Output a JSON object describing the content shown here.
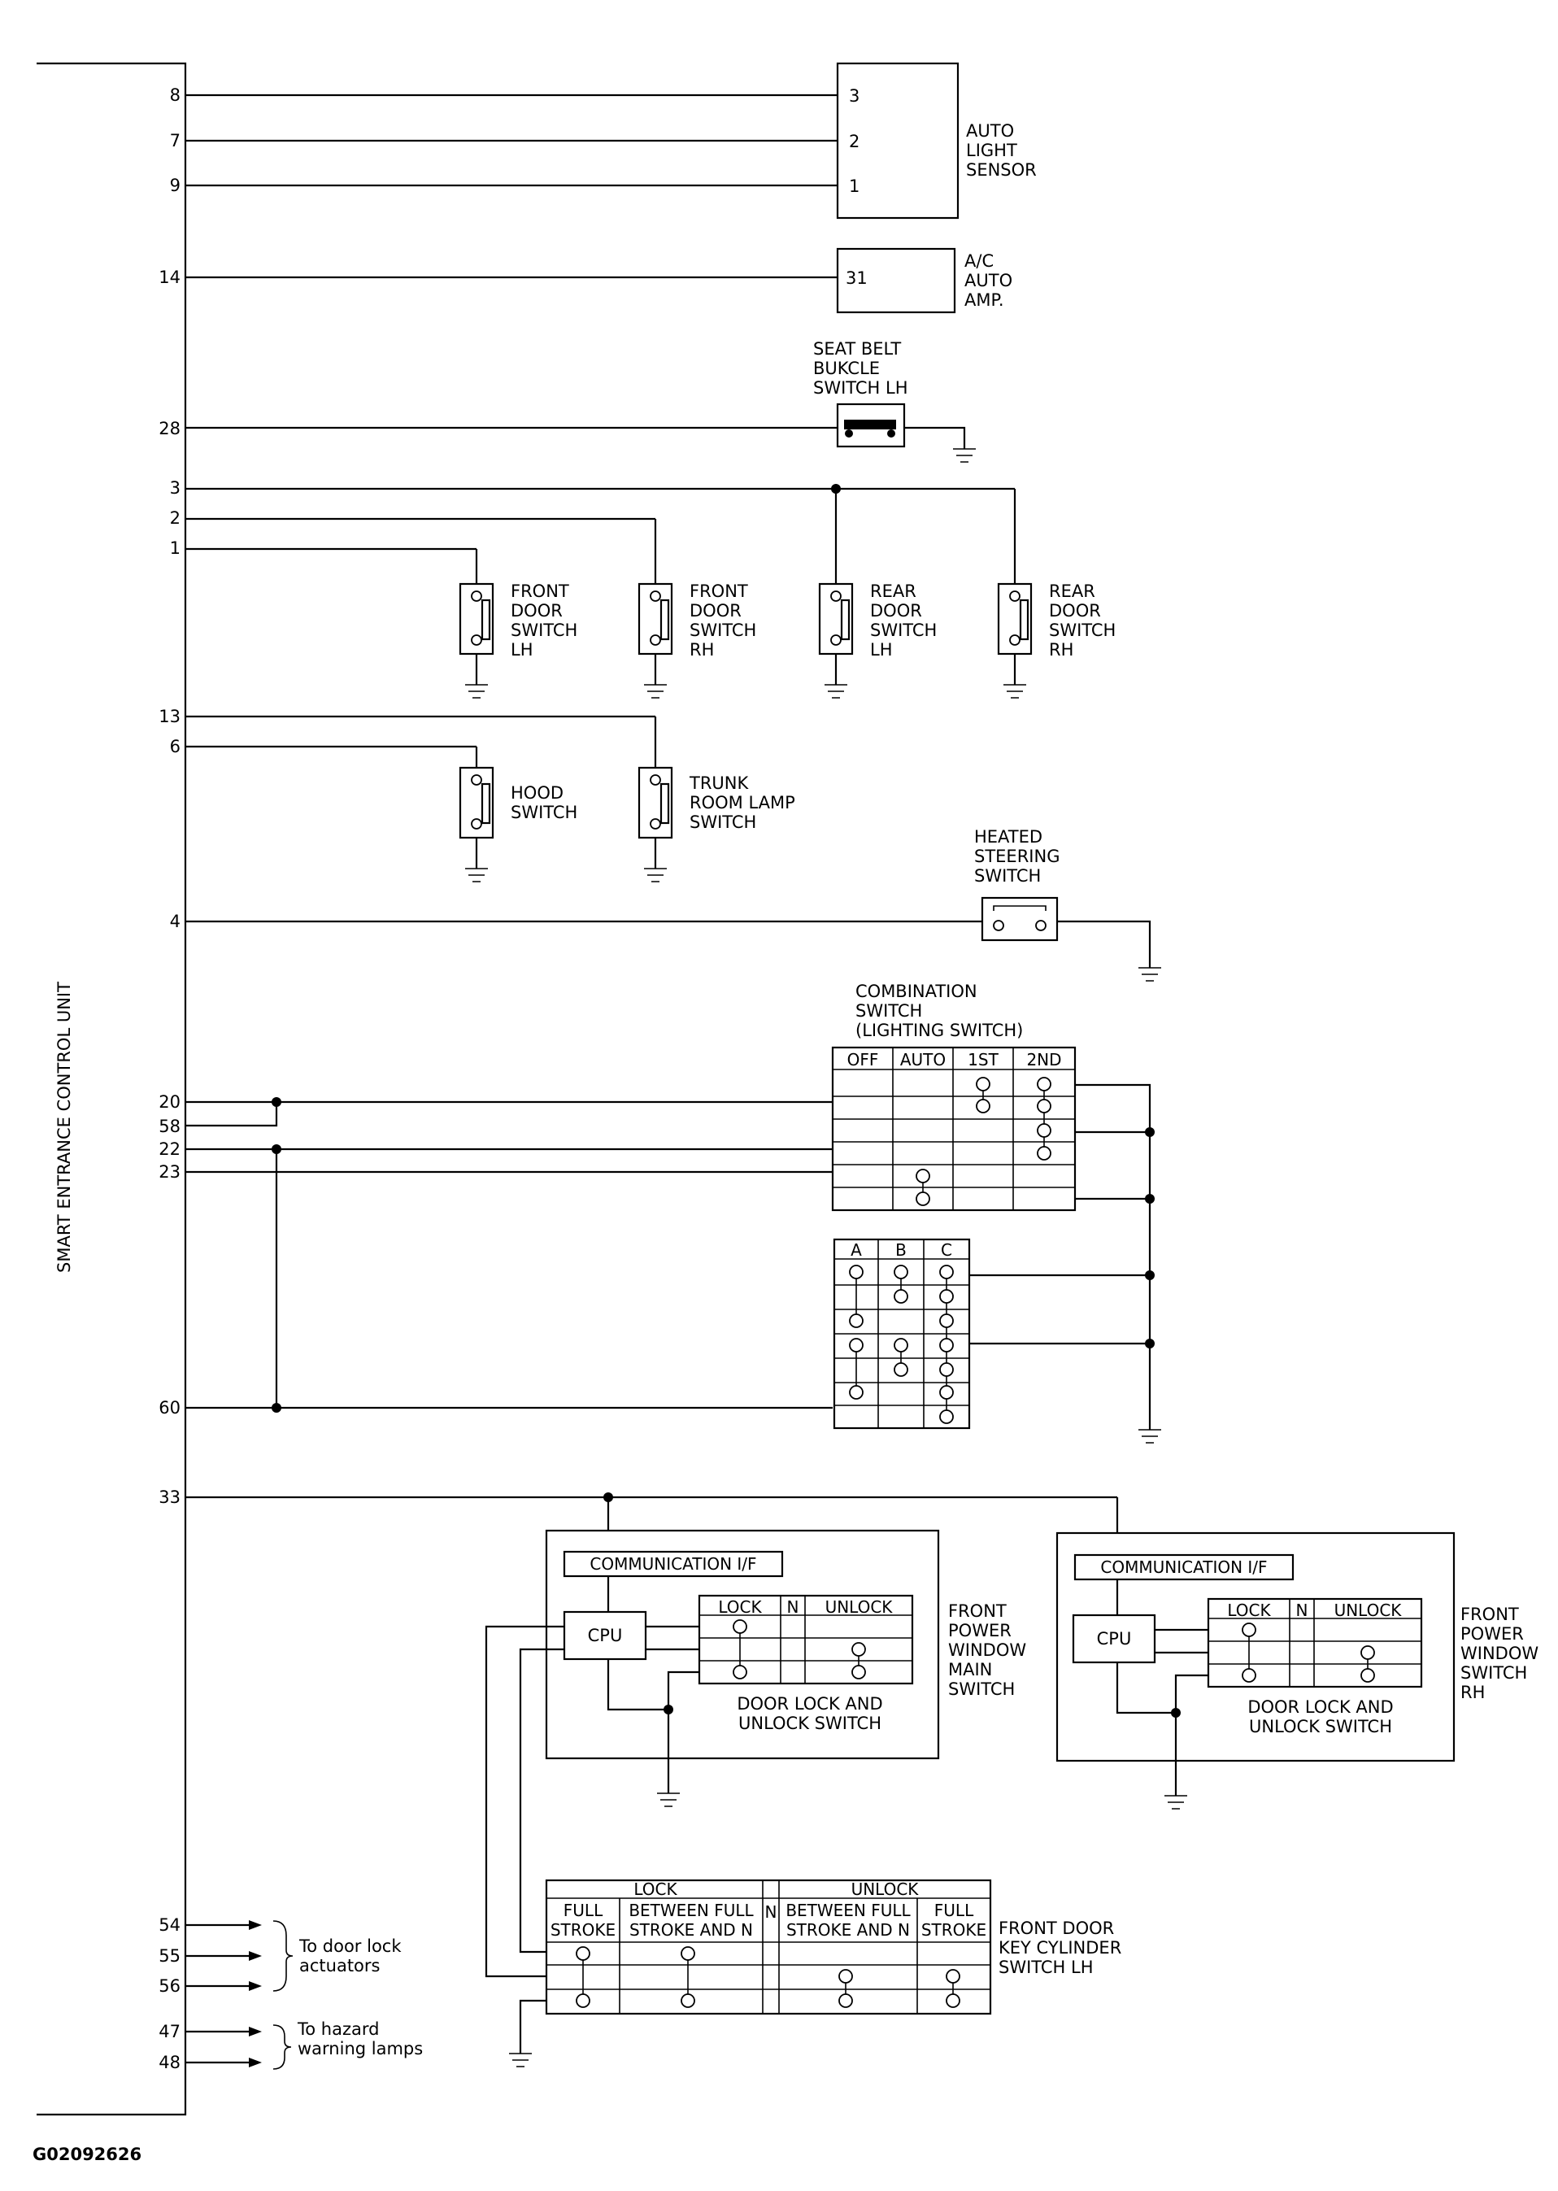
{
  "control_unit": {
    "label": "SMART ENTRANCE CONTROL UNIT"
  },
  "pins": {
    "p8": "8",
    "p7": "7",
    "p9": "9",
    "p14": "14",
    "p28": "28",
    "p3": "3",
    "p2": "2",
    "p1": "1",
    "p13": "13",
    "p6": "6",
    "p4": "4",
    "p20": "20",
    "p58": "58",
    "p22": "22",
    "p23": "23",
    "p60": "60",
    "p33": "33",
    "p54": "54",
    "p55": "55",
    "p56": "56",
    "p47": "47",
    "p48": "48"
  },
  "auto_light_sensor": {
    "label_lines": [
      "AUTO",
      "LIGHT",
      "SENSOR"
    ],
    "terminals": [
      "3",
      "2",
      "1"
    ]
  },
  "ac_auto_amp": {
    "label_lines": [
      "A/C",
      "AUTO",
      "AMP."
    ],
    "terminal": "31"
  },
  "seat_belt": {
    "label_lines": [
      "SEAT BELT",
      "BUKCLE",
      "SWITCH LH"
    ]
  },
  "door_switches": [
    {
      "label_lines": [
        "FRONT",
        "DOOR",
        "SWITCH",
        "LH"
      ]
    },
    {
      "label_lines": [
        "FRONT",
        "DOOR",
        "SWITCH",
        "RH"
      ]
    },
    {
      "label_lines": [
        "REAR",
        "DOOR",
        "SWITCH",
        "LH"
      ]
    },
    {
      "label_lines": [
        "REAR",
        "DOOR",
        "SWITCH",
        "RH"
      ]
    }
  ],
  "hood_switch": {
    "label_lines": [
      "HOOD",
      "SWITCH"
    ]
  },
  "trunk_switch": {
    "label_lines": [
      "TRUNK",
      "ROOM LAMP",
      "SWITCH"
    ]
  },
  "heated_steering": {
    "label_lines": [
      "HEATED",
      "STEERING",
      "SWITCH"
    ]
  },
  "combination_switch": {
    "label_lines": [
      "COMBINATION",
      "SWITCH",
      "(LIGHTING SWITCH)"
    ],
    "columns": [
      "OFF",
      "AUTO",
      "1ST",
      "2ND"
    ],
    "sub_columns": [
      "A",
      "B",
      "C"
    ]
  },
  "pw_main": {
    "comm_label": "COMMUNICATION I/F",
    "cpu_label": "CPU",
    "columns": [
      "LOCK",
      "N",
      "UNLOCK"
    ],
    "inner_label_lines": [
      "DOOR LOCK AND",
      "UNLOCK SWITCH"
    ],
    "label_lines": [
      "FRONT",
      "POWER",
      "WINDOW",
      "MAIN",
      "SWITCH"
    ]
  },
  "pw_rh": {
    "comm_label": "COMMUNICATION I/F",
    "cpu_label": "CPU",
    "columns": [
      "LOCK",
      "N",
      "UNLOCK"
    ],
    "inner_label_lines": [
      "DOOR LOCK AND",
      "UNLOCK SWITCH"
    ],
    "label_lines": [
      "FRONT",
      "POWER",
      "WINDOW",
      "SWITCH",
      "RH"
    ]
  },
  "key_cylinder": {
    "group_lock": "LOCK",
    "group_n": "N",
    "group_unlock": "UNLOCK",
    "col1": [
      "FULL",
      "STROKE"
    ],
    "col2": [
      "BETWEEN FULL",
      "STROKE AND N"
    ],
    "col3": [
      "BETWEEN FULL",
      "STROKE AND N"
    ],
    "col4": [
      "FULL",
      "STROKE"
    ],
    "label_lines": [
      "FRONT DOOR",
      "KEY CYLINDER",
      "SWITCH LH"
    ]
  },
  "door_lock_note": [
    "To door lock",
    "actuators"
  ],
  "hazard_note": [
    "To hazard",
    "warning lamps"
  ],
  "figure_id": "G02092626"
}
